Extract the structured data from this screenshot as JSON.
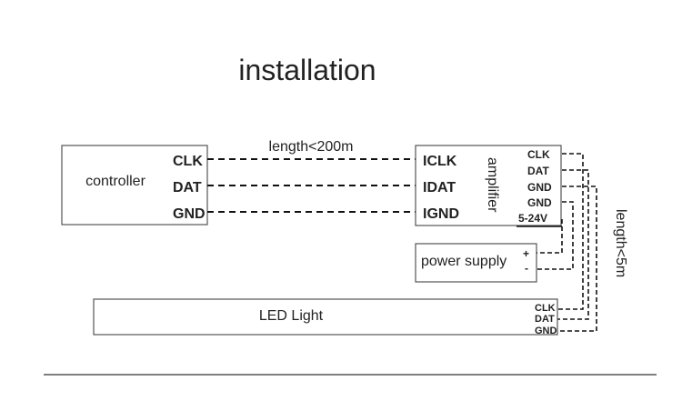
{
  "title": "installation",
  "controller": {
    "label": "controller",
    "pins": [
      "CLK",
      "DAT",
      "GND"
    ]
  },
  "cable": {
    "length_label": "length<200m"
  },
  "amplifier": {
    "label": "amplifier",
    "input_pins": [
      "ICLK",
      "IDAT",
      "IGND"
    ],
    "output_pins": [
      "CLK",
      "DAT",
      "GND",
      "GND",
      "5-24V"
    ]
  },
  "power_supply": {
    "label": "power supply",
    "plus": "+",
    "minus": "-"
  },
  "output_cable": {
    "length_label": "length<5m"
  },
  "led": {
    "label": "LED Light",
    "pins": [
      "CLK",
      "DAT",
      "GND"
    ]
  }
}
